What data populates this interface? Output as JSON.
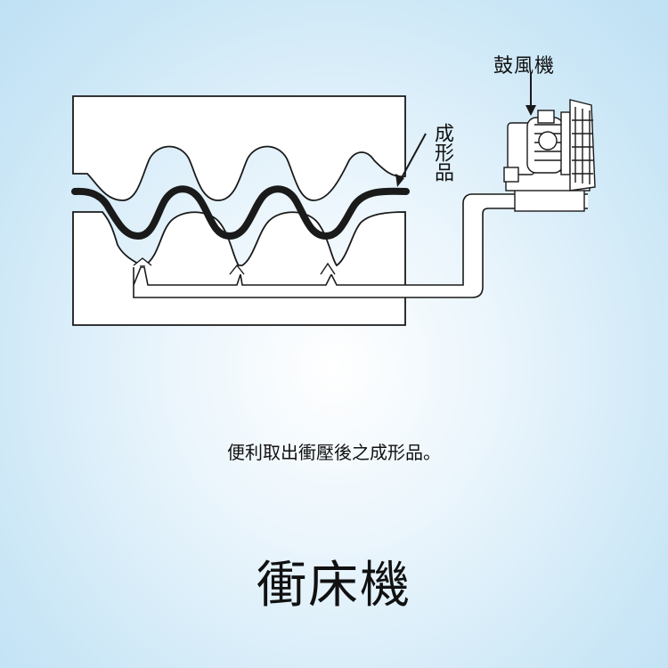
{
  "labels": {
    "blower": "鼓風機",
    "product": "成形品"
  },
  "caption": "便利取出衝壓後之成形品。",
  "title": "衝床機",
  "colors": {
    "line": "#1a1a1a",
    "background_center": "#ffffff",
    "background_edge": "#bfe1f4"
  }
}
